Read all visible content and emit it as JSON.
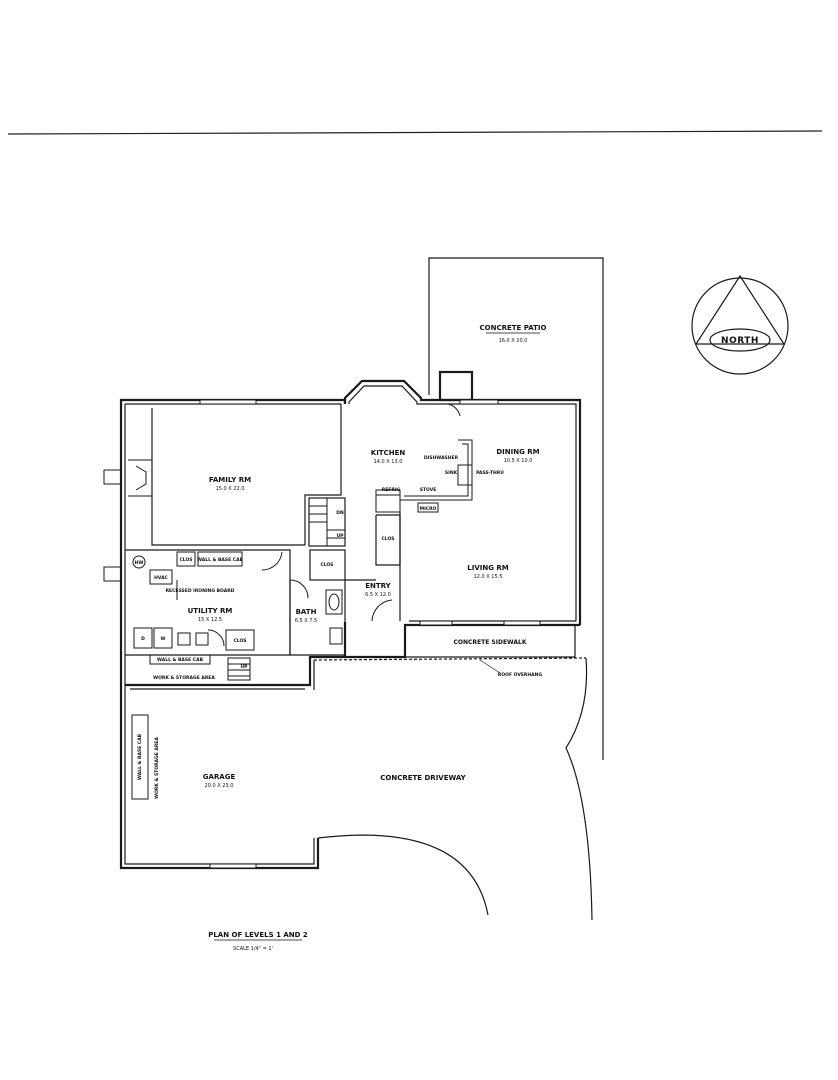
{
  "rooms": {
    "family": {
      "name": "FAMILY RM",
      "dim": "15.0 X 22.0"
    },
    "kitchen": {
      "name": "KITCHEN",
      "dim": "14.0 X 13.0"
    },
    "dining": {
      "name": "DINING RM",
      "dim": "10.5 X 10.0"
    },
    "living": {
      "name": "LIVING RM",
      "dim": "12.0 X 15.5"
    },
    "utility": {
      "name": "UTILITY RM",
      "dim": "15 X 12.5"
    },
    "bath": {
      "name": "BATH",
      "dim": "6.5 X 7.5"
    },
    "entry": {
      "name": "ENTRY",
      "dim": "6.5 X 12.0"
    },
    "garage": {
      "name": "GARAGE",
      "dim": "20.0 X 23.0"
    },
    "patio": {
      "name": "CONCRETE PATIO",
      "dim": "16.0 X 20.0"
    }
  },
  "labels": {
    "sidewalk": "CONCRETE SIDEWALK",
    "driveway": "CONCRETE DRIVEWAY",
    "roof_overhang": "ROOF OVERHANG",
    "work_storage_top": "WORK & STORAGE AREA",
    "work_storage_side": "WORK & STORAGE AREA",
    "wall_base_side": "WALL & BASE CAB",
    "wall_base_utility": "WALL & BASE CAB",
    "wall_base_lower": "WALL & BASE CAB",
    "recessed_board": "RECESSED IRONING BOARD",
    "refrig": "REFRIG",
    "stove": "STOVE",
    "dishwasher": "DISHWASHER",
    "sink": "SINK",
    "pass_thru": "PASS-THRU",
    "micro": "MICRO",
    "hvac": "HVAC",
    "hw": "HW",
    "dryer": "D",
    "washer": "W",
    "up_stair": "UP",
    "down_stair": "DN",
    "up_lower": "UP",
    "clos_kitchen": "CLOS",
    "clos_stair": "CLOS",
    "clos_utility": "CLOS",
    "clos_lower": "CLOS"
  },
  "title": {
    "plan": "PLAN OF LEVELS 1 AND 2",
    "scale": "SCALE 1/4\" = 1'"
  },
  "compass": {
    "label": "NORTH"
  }
}
